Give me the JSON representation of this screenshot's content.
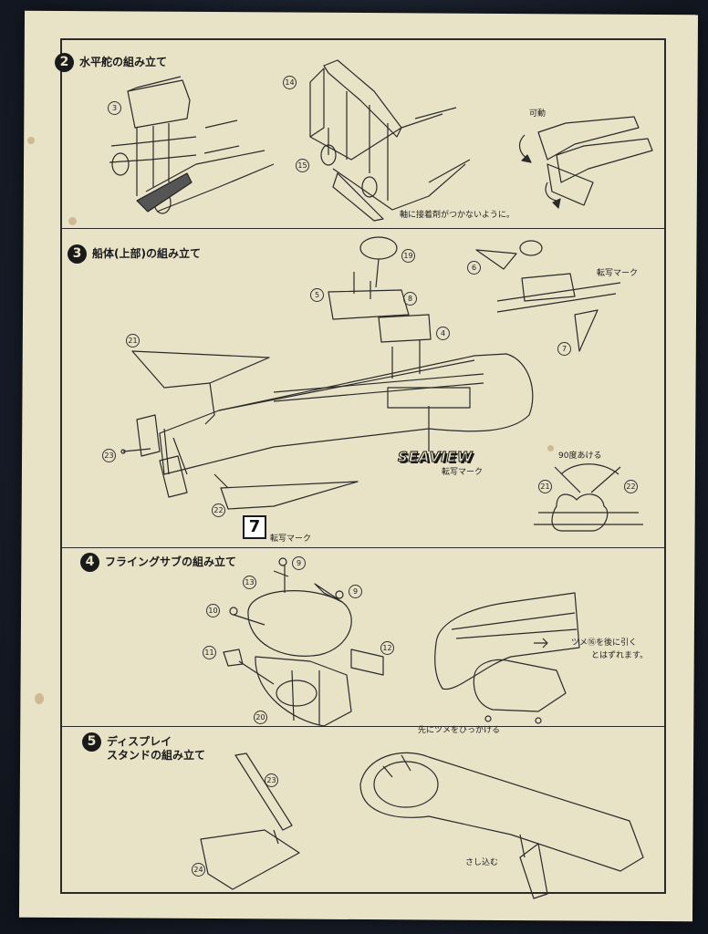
{
  "steps": [
    {
      "number": "2",
      "title": "水平舵の組み立て"
    },
    {
      "number": "3",
      "title": "船体(上部)の組み立て"
    },
    {
      "number": "4",
      "title": "フライングサブの組み立て"
    },
    {
      "number": "5",
      "title": "ディスプレイ\nスタンドの組み立て"
    }
  ],
  "labels": {
    "movable": "可動",
    "glue_note": "軸に接着剤がつかないように。",
    "transfer_mark": "転写マーク",
    "logo": "SEAVIEW",
    "angle_note": "90度あける",
    "decal_number": "7",
    "tab_note_line1": "ツメ⑯を後に引く",
    "tab_note_line2": "とはずれます。",
    "hook_note": "先にツメをひっかける",
    "insert_note": "さし込む"
  },
  "part_numbers": [
    "3",
    "14",
    "15",
    "19",
    "5",
    "8",
    "4",
    "6",
    "7",
    "21",
    "23",
    "22",
    "21",
    "22",
    "9",
    "13",
    "9",
    "10",
    "11",
    "12",
    "20",
    "23",
    "24"
  ]
}
